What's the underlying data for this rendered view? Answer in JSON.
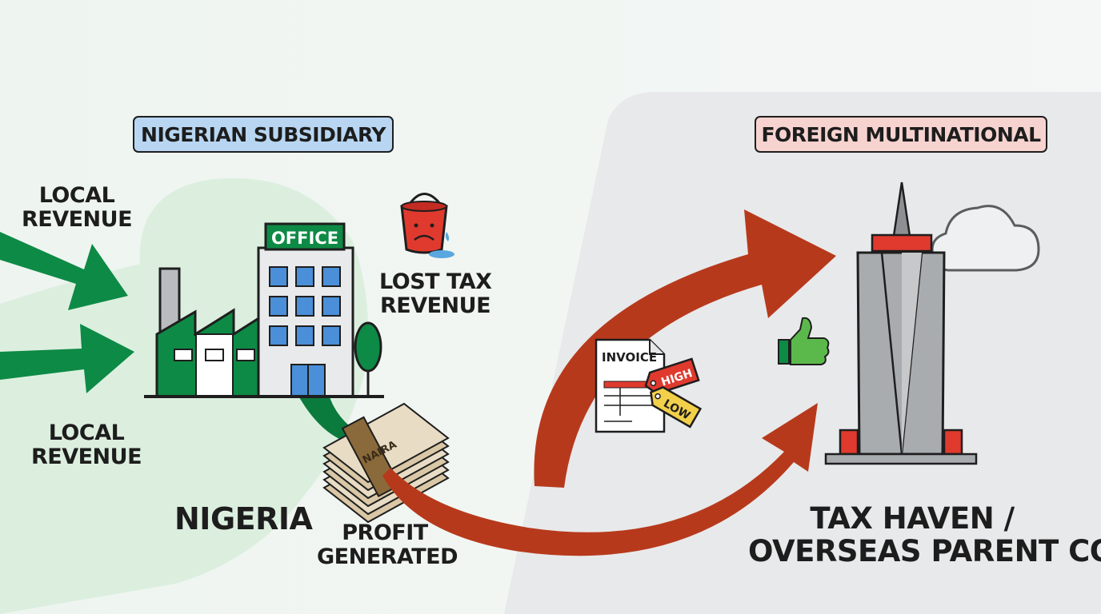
{
  "badges": {
    "subsidiary": "NIGERIAN SUBSIDIARY",
    "multinational": "FOREIGN MULTINATIONAL"
  },
  "labels": {
    "local_revenue_1": [
      "LOCAL",
      "REVENUE"
    ],
    "local_revenue_2": [
      "LOCAL",
      "REVENUE"
    ],
    "nigeria": "NIGERIA",
    "lost_tax": [
      "LOST TAX",
      "REVENUE"
    ],
    "profit": [
      "PROFIT",
      "GENERATED"
    ],
    "tax_haven": [
      "TAX HAVEN /",
      "OVERSEAS PARENT CO."
    ]
  },
  "icons": {
    "office_sign": "OFFICE",
    "invoice": "INVOICE",
    "tag_high": "HIGH",
    "tag_low": "LOW",
    "money_mark": "NAIRA"
  },
  "colors": {
    "green": "#0d8a45",
    "dark_green": "#0b7a3d",
    "red_arrow": "#b7391c",
    "blue_badge": "#b8d6f2",
    "pink_badge": "#f7d3d0",
    "window_blue": "#4a8fd8",
    "tower_gray": "#a9acaf",
    "accent_red": "#e03a2f"
  }
}
